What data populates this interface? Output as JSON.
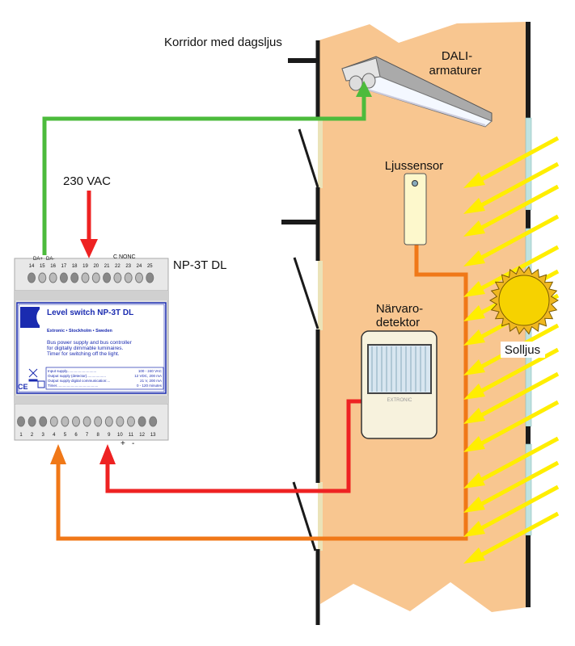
{
  "labels": {
    "corridor": "Korridor med dagsljus",
    "dali_line1": "DALI-",
    "dali_line2": "armaturer",
    "light_sensor": "Ljussensor",
    "presence_line1": "Närvaro-",
    "presence_line2": "detektor",
    "sunlight": "Solljus",
    "mains": "230 VAC",
    "device_name": "NP-3T DL"
  },
  "device": {
    "top_terminal_labels": [
      "14",
      "15",
      "16",
      "17",
      "18",
      "19",
      "20",
      "21",
      "22",
      "23",
      "24",
      "25"
    ],
    "bottom_terminal_labels": [
      "1",
      "2",
      "3",
      "4",
      "5",
      "6",
      "7",
      "8",
      "9",
      "10",
      "11",
      "12",
      "13"
    ],
    "da_plus": "DA+",
    "da_minus": "DA-",
    "relay_labels": "C NONC",
    "plus": "+",
    "minus": "-",
    "panel_title": "Level switch NP-3T DL",
    "company": "Extronic • Stockholm • Sweden",
    "description": [
      "Bus power supply and bus controller",
      "for digitally dimmable luminaires.",
      "Timer for switching off the light."
    ],
    "specs": [
      {
        "label": "Input supply.............................",
        "value": "100 - 240 VAC"
      },
      {
        "label": "Output supply (detector)...................",
        "value": "12 VDC, 200 mA"
      },
      {
        "label": "Output supply digital communication:...",
        "value": "21 V, 200 mA"
      },
      {
        "label": "Timer.........................................",
        "value": "0 - 120 minutes"
      }
    ],
    "ce_mark": "CE",
    "detector_brand": "EXTRONIC"
  },
  "colors": {
    "corridor": "#f8c690",
    "green_wire": "#4cbb3c",
    "red_wire": "#ee2222",
    "orange_wire": "#f07818",
    "sun_ray": "#ffee00",
    "label_blue": "#1a2bb0",
    "window": "#bfe3e0"
  }
}
